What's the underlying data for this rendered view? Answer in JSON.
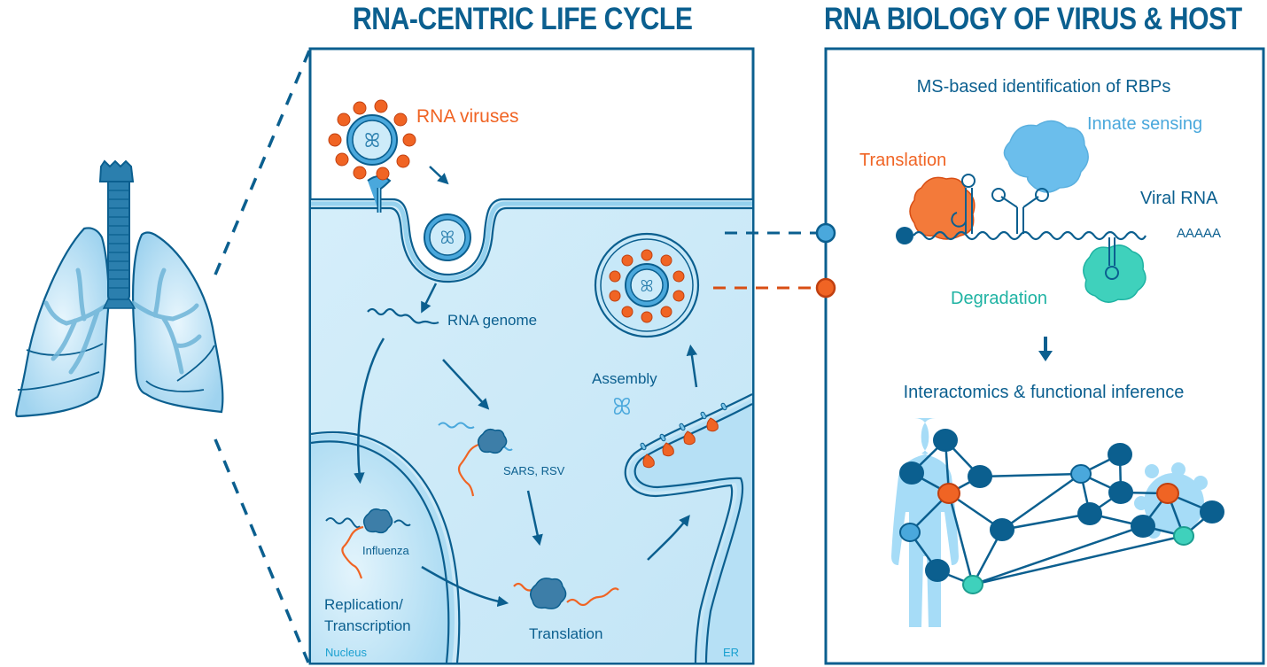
{
  "titles": {
    "left": "RNA-CENTRIC LIFE CYCLE",
    "right": "RNA BIOLOGY OF VIRUS & HOST"
  },
  "life_cycle": {
    "rna_viruses": "RNA viruses",
    "rna_genome": "RNA genome",
    "assembly": "Assembly",
    "sars_rsv": "SARS, RSV",
    "influenza": "Influenza",
    "replication_line1": "Replication/",
    "replication_line2": "Transcription",
    "translation": "Translation",
    "nucleus": "Nucleus",
    "er": "ER"
  },
  "host_biology": {
    "ms_heading": "MS-based identification of RBPs",
    "innate_sensing": "Innate sensing",
    "translation": "Translation",
    "viral_rna": "Viral RNA",
    "poly_a": "AAAAA",
    "degradation": "Degradation",
    "interactomics": "Interactomics & functional inference"
  },
  "colors": {
    "dark_blue": "#0b5f8f",
    "light_blue": "#4aa8dc",
    "orange": "#f06424",
    "teal": "#1fb3a3",
    "cell_fill": "#cfe9f8",
    "human_silhouette": "#a6dcf7"
  },
  "network": {
    "nodes": [
      {
        "type": "dark"
      },
      {
        "type": "dark"
      },
      {
        "type": "dark"
      },
      {
        "type": "orange"
      },
      {
        "type": "light"
      },
      {
        "type": "dark"
      },
      {
        "type": "teal"
      },
      {
        "type": "dark"
      },
      {
        "type": "light"
      },
      {
        "type": "dark"
      },
      {
        "type": "dark"
      },
      {
        "type": "dark"
      },
      {
        "type": "dark"
      },
      {
        "type": "orange"
      },
      {
        "type": "dark"
      },
      {
        "type": "teal"
      }
    ],
    "edges": [
      [
        0,
        1
      ],
      [
        0,
        2
      ],
      [
        0,
        3
      ],
      [
        1,
        3
      ],
      [
        2,
        3
      ],
      [
        3,
        4
      ],
      [
        4,
        5
      ],
      [
        5,
        6
      ],
      [
        3,
        6
      ],
      [
        3,
        7
      ],
      [
        7,
        6
      ],
      [
        2,
        8
      ],
      [
        7,
        8
      ],
      [
        8,
        9
      ],
      [
        9,
        10
      ],
      [
        8,
        10
      ],
      [
        8,
        11
      ],
      [
        10,
        11
      ],
      [
        7,
        11
      ],
      [
        10,
        13
      ],
      [
        11,
        12
      ],
      [
        12,
        13
      ],
      [
        12,
        15
      ],
      [
        13,
        15
      ],
      [
        13,
        14
      ],
      [
        14,
        15
      ],
      [
        6,
        12
      ],
      [
        6,
        15
      ]
    ]
  }
}
